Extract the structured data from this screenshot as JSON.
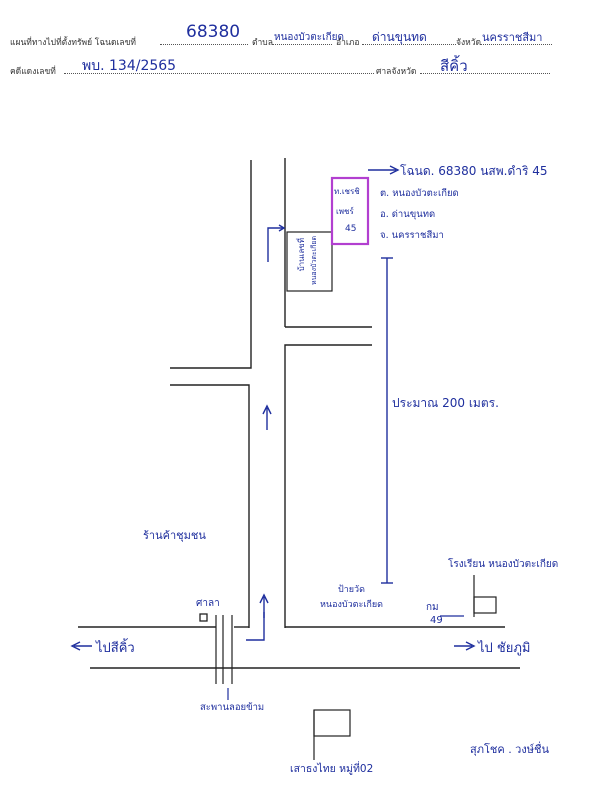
{
  "header": {
    "row1": {
      "label_map": "แผนที่ทางไปที่ตั้งทรัพย์ โฉนดเลขที่",
      "deed_no": "68380",
      "label_subdistrict": "ตำบล",
      "subdistrict": "หนองบัวตะเกียด",
      "label_district": "อำเภอ",
      "district": "ด่านขุนทด",
      "label_province": "จังหวัด",
      "province": "นครราชสีมา"
    },
    "row2": {
      "label_case": "คดีแดงเลขที่",
      "case_no": "พบ. 134/2565",
      "label_court": "ศาลจังหวัด",
      "court": "สีคิ้ว"
    }
  },
  "map": {
    "target_title": "โฉนด. 68380 นสพ.ดำริ 45",
    "target_addr": [
      "ต. หนองบัวตะเกียด",
      "อ. ด่านขุนทด",
      "จ. นครราชสีมา"
    ],
    "plot_label": [
      "ท.เชรชิ",
      "เพชร์",
      "45"
    ],
    "house_label": [
      "บ้านเลขที่",
      "หนองบัวตะเกียด"
    ],
    "distance": "ประมาณ 200 เมตร.",
    "shop": "ร้านค้าชุมชน",
    "sala": "ศาลา",
    "school": "โรงเรียน หนองบัวตะเกียด",
    "village_sign": [
      "ป้ายวัด",
      "หนองบัวตะเกียด"
    ],
    "km_marker": [
      "กม",
      "49"
    ],
    "to_left": "ไปสีคิ้ว",
    "to_right": "ไป ชัยภูมิ",
    "bridge": "สะพานลอยข้าม",
    "temple_flag": "เสาธงไทย หมู่ที่02",
    "signature": "สุภโชค . วงษ์ชื่น"
  }
}
